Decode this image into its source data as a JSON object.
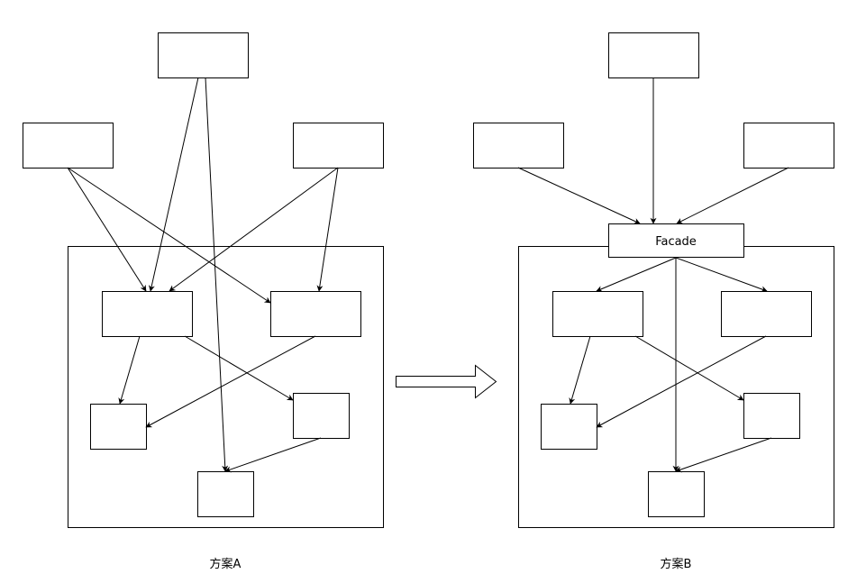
{
  "scheme_a": {
    "caption": "方案A"
  },
  "scheme_b": {
    "caption": "方案B",
    "facade_label": "Facade"
  }
}
